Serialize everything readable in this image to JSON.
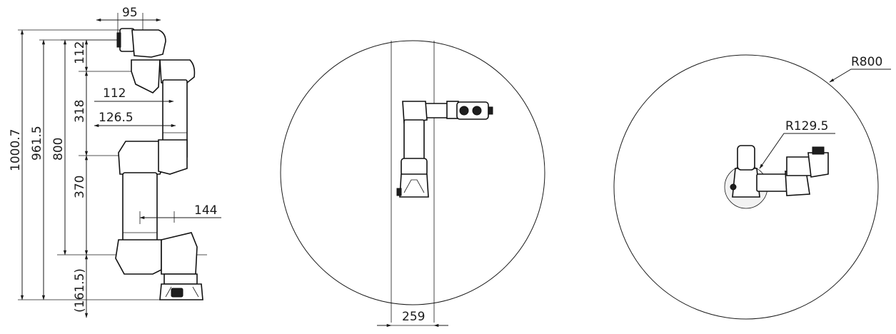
{
  "drawing": {
    "side_view": {
      "dimensions": {
        "d95": "95",
        "d112_top": "112",
        "d318": "318",
        "d112_offset": "112",
        "d126_5": "126.5",
        "d370": "370",
        "d144": "144",
        "d161_5": "(161.5)",
        "d800": "800",
        "d961_5": "961.5",
        "d1000_7": "1000.7"
      }
    },
    "top_view": {
      "dimensions": {
        "d259": "259"
      }
    },
    "reach_view": {
      "dimensions": {
        "r800": "R800",
        "r129_5": "R129.5"
      }
    }
  }
}
